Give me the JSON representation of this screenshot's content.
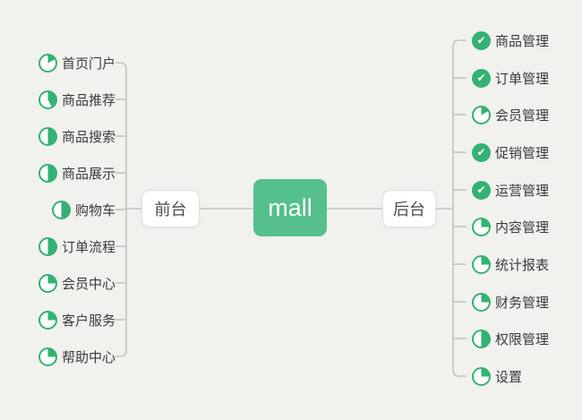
{
  "app": {
    "background": "#f1f1ee",
    "line_color": "#c3c3c0",
    "icon_green": "#33b272",
    "root_node_green": "#55c08c",
    "text_color": "#3b3b3b"
  },
  "root": {
    "label": "mall"
  },
  "front": {
    "label": "前台",
    "items": [
      {
        "label": "首页门户",
        "icon": "pie-60"
      },
      {
        "label": "商品推荐",
        "icon": "pie-150"
      },
      {
        "label": "商品搜索",
        "icon": "pie-180"
      },
      {
        "label": "商品展示",
        "icon": "pie-180"
      },
      {
        "label": "购物车",
        "icon": "pie-180"
      },
      {
        "label": "订单流程",
        "icon": "pie-180"
      },
      {
        "label": "会员中心",
        "icon": "pie-90"
      },
      {
        "label": "客户服务",
        "icon": "pie-90"
      },
      {
        "label": "帮助中心",
        "icon": "pie-90"
      }
    ]
  },
  "back": {
    "label": "后台",
    "items": [
      {
        "label": "商品管理",
        "icon": "check"
      },
      {
        "label": "订单管理",
        "icon": "check"
      },
      {
        "label": "会员管理",
        "icon": "pie-60"
      },
      {
        "label": "促销管理",
        "icon": "check"
      },
      {
        "label": "运营管理",
        "icon": "check"
      },
      {
        "label": "内容管理",
        "icon": "pie-90"
      },
      {
        "label": "统计报表",
        "icon": "pie-90"
      },
      {
        "label": "财务管理",
        "icon": "pie-90"
      },
      {
        "label": "权限管理",
        "icon": "pie-180"
      },
      {
        "label": "设置",
        "icon": "pie-90"
      }
    ]
  }
}
